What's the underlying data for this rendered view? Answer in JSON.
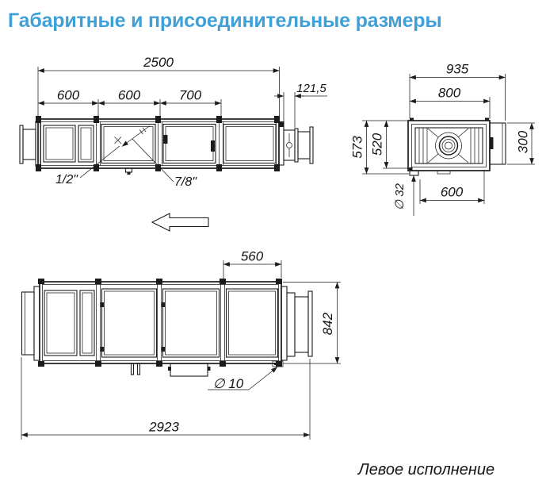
{
  "title": "Габаритные и присоединительные размеры",
  "caption": "Левое исполнение",
  "colors": {
    "accent": "#3FA0D8",
    "line": "#1C1C1C"
  },
  "front_view": {
    "dim_overall": "2500",
    "dim_s1": "600",
    "dim_s2": "600",
    "dim_s3": "700",
    "dim_spigot": "121,5",
    "label_supply": "1/2\"",
    "label_return": "7/8\""
  },
  "end_view": {
    "dim_width_overall": "935",
    "dim_width": "800",
    "dim_height_overall": "573",
    "dim_height": "520",
    "dim_connection": "300",
    "dim_drain": "∅ 32",
    "dim_base": "600"
  },
  "plan_view": {
    "dim_section": "560",
    "dim_width": "842",
    "dim_hole": "∅ 10",
    "dim_overall": "2923"
  }
}
